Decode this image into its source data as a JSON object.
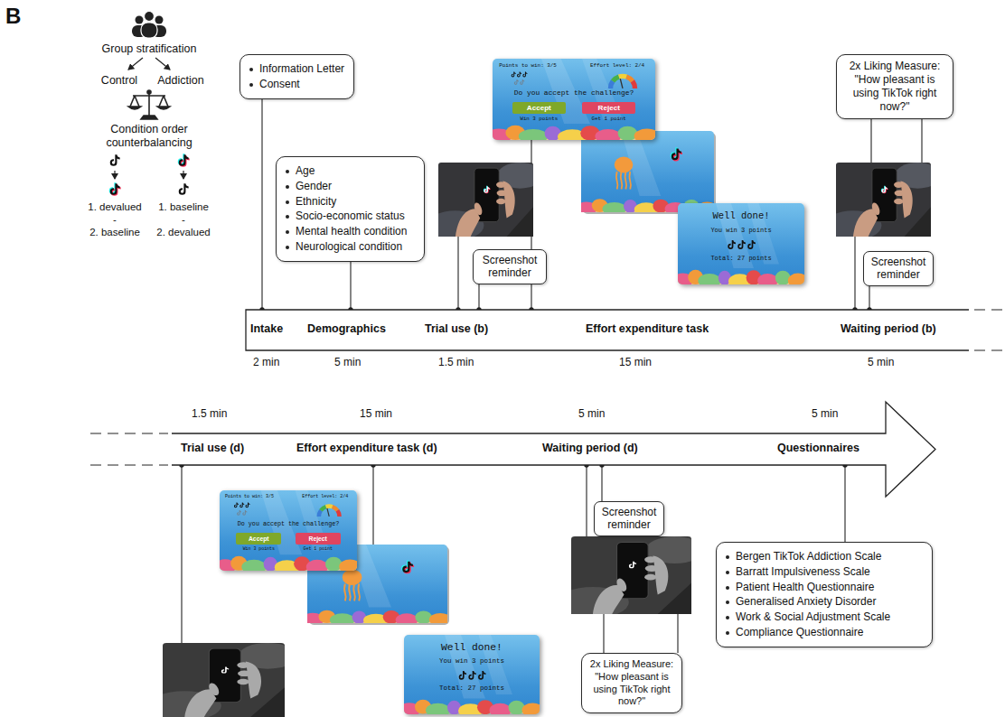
{
  "diagram": {
    "nodes": [
      {
        "text": [
          "Information Letter",
          "Consent"
        ]
      },
      {
        "text": [
          "Points to win: 3/5",
          "Effort level: 2/4",
          "Do you accept the challenge?",
          "Win 3 points",
          "Get 1 point"
        ]
      },
      {
        "text": [
          "Accept"
        ],
        "in": 1
      },
      {
        "text": [
          "Reject"
        ],
        "in": 1
      },
      {
        "text": [
          "2x Liking Measure:",
          "\"How pleasant is using TikTok right now?\""
        ]
      },
      {
        "text": [
          "Age",
          "Gender",
          "Ethnicity",
          "Socio-economic status",
          "Mental health condition",
          "Neurological condition"
        ]
      },
      {
        "text": [
          "Well done!",
          "You win 3 points",
          "Total: 27 points"
        ]
      },
      {
        "text": [
          "Screenshot reminder"
        ]
      },
      {
        "text": [
          "Screenshot reminder"
        ]
      },
      {
        "text": [
          "Intake",
          "Demographics",
          "Trial use (b)",
          "Effort expenditure task",
          "Waiting period (b)"
        ]
      },
      {
        "text": [
          "Trial use (d)",
          "Effort expenditure task (d)",
          "Waiting period (d)",
          "Questionnaires"
        ]
      },
      {
        "text": [
          "Points to win: 3/5",
          "Effort level: 2/4",
          "Do you accept the challenge?",
          "Win 3 points",
          "Get 1 point"
        ]
      },
      {
        "text": [
          "Accept"
        ],
        "in": 11
      },
      {
        "text": [
          "Reject"
        ],
        "in": 11
      },
      {
        "text": [
          "Screenshot reminder"
        ]
      },
      {
        "text": [
          "Bergen TikTok Addiction Scale",
          "Barratt Impulsiveness Scale",
          "Patient Health Questionnaire",
          "Generalised Anxiety Disorder",
          "Work & Social Adjustment Scale",
          "Compliance Questionnaire"
        ]
      },
      {
        "text": [
          "Well done!",
          "You win 3 points",
          "Total: 27 points"
        ]
      },
      {
        "text": [
          "2x Liking Measure:",
          "\"How pleasant is using TikTok right now?\""
        ]
      }
    ],
    "edges": [
      {
        "from": 0,
        "to": 9,
        "arrow": "none"
      },
      {
        "from": 5,
        "to": 9,
        "arrow": "none"
      },
      {
        "from": 1,
        "to": 9,
        "arrow": "none"
      },
      {
        "from": 7,
        "to": 9,
        "arrow": "none"
      },
      {
        "from": 8,
        "to": 9,
        "arrow": "none"
      },
      {
        "from": 14,
        "to": 10,
        "arrow": "none"
      },
      {
        "from": 15,
        "to": 10,
        "arrow": "none"
      }
    ],
    "labels": [
      "B",
      "Group stratification",
      "Control",
      "Addiction",
      "Condition order counterbalancing",
      "1. devalued",
      "-",
      "2. baseline",
      "1. baseline",
      "-",
      "2. devalued",
      "2 min",
      "5 min",
      "1.5 min",
      "15 min",
      "5 min",
      "1.5 min",
      "15 min",
      "5 min",
      "5 min"
    ]
  }
}
